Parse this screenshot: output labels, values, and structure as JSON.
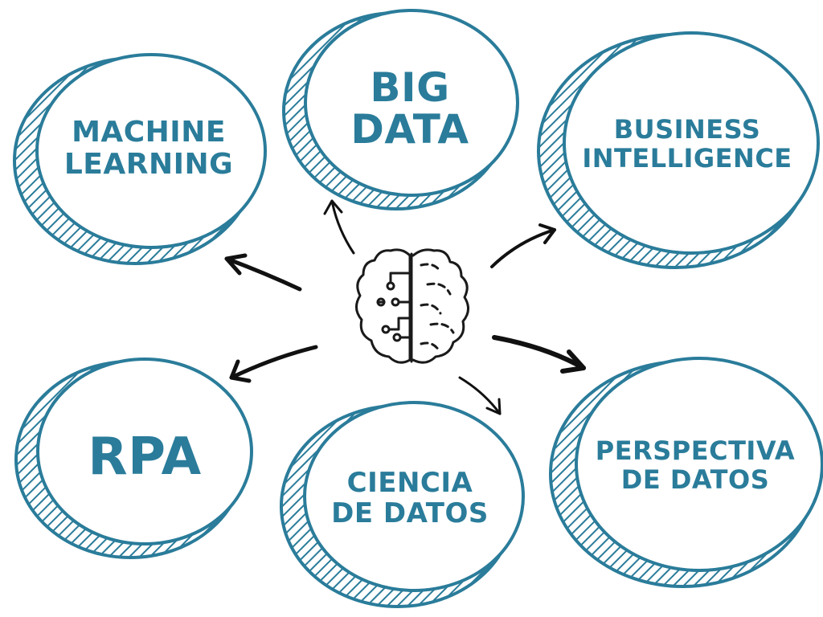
{
  "colors": {
    "bubble": "#2a7c9a",
    "label": "#2a7c9a",
    "arrow": "#111111",
    "brain": "#1a1a1a"
  },
  "center": {
    "icon": "brain-circuit-icon"
  },
  "nodes": {
    "machine_learning": {
      "lines": [
        "MACHINE",
        "LEARNING"
      ]
    },
    "big_data": {
      "lines": [
        "BIG",
        "DATA"
      ]
    },
    "business_intelligence": {
      "lines": [
        "BUSINESS",
        "INTELLIGENCE"
      ]
    },
    "rpa": {
      "lines": [
        "RPA"
      ]
    },
    "ciencia_de_datos": {
      "lines": [
        "CIENCIA",
        "DE DATOS"
      ]
    },
    "perspectiva_de_datos": {
      "lines": [
        "PERSPECTIVA",
        "DE DATOS"
      ]
    }
  }
}
